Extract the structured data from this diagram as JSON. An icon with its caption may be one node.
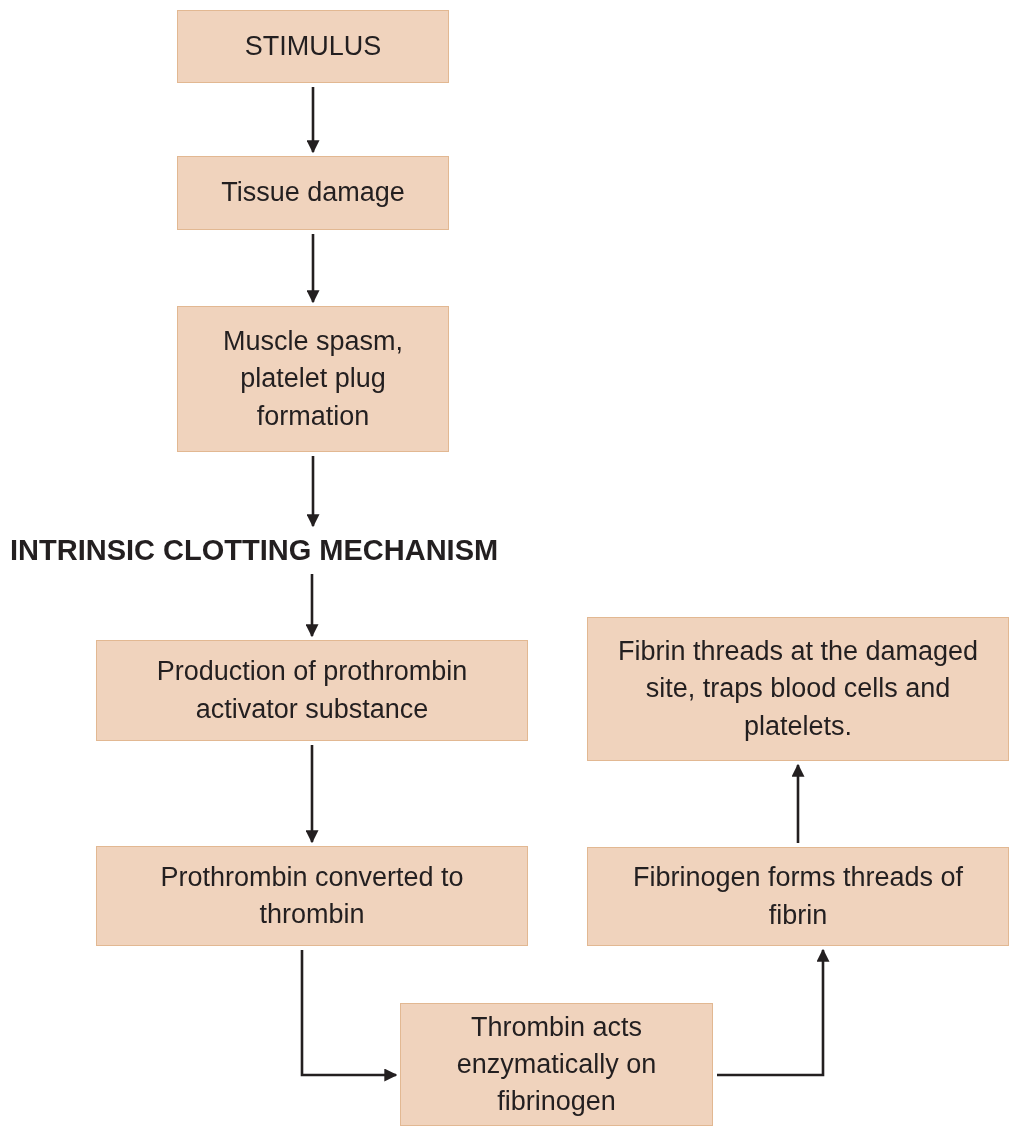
{
  "diagram": {
    "nodes": [
      {
        "text": [
          "STIMULUS"
        ]
      },
      {
        "text": [
          "Tissue damage"
        ]
      },
      {
        "text": [
          "Muscle spasm, platelet plug formation"
        ]
      },
      {
        "text": [
          "INTRINSIC CLOTTING MECHANISM"
        ]
      },
      {
        "text": [
          "Production of prothrombin activator substance"
        ]
      },
      {
        "text": [
          "Fibrin threads at the damaged site, traps blood cells and platelets."
        ]
      },
      {
        "text": [
          "Prothrombin converted to thrombin"
        ]
      },
      {
        "text": [
          "Fibrinogen forms threads of fibrin"
        ]
      },
      {
        "text": [
          "Thrombin acts enzymatically on fibrinogen"
        ]
      }
    ],
    "edges": [
      {
        "from": 0,
        "to": 1,
        "arrow": "to"
      },
      {
        "from": 1,
        "to": 2,
        "arrow": "to"
      },
      {
        "from": 2,
        "to": 3,
        "arrow": "to"
      },
      {
        "from": 3,
        "to": 4,
        "arrow": "to"
      },
      {
        "from": 4,
        "to": 6,
        "arrow": "to"
      },
      {
        "from": 6,
        "to": 8,
        "arrow": "to"
      },
      {
        "from": 8,
        "to": 7,
        "arrow": "to"
      },
      {
        "from": 7,
        "to": 5,
        "arrow": "to"
      }
    ]
  }
}
